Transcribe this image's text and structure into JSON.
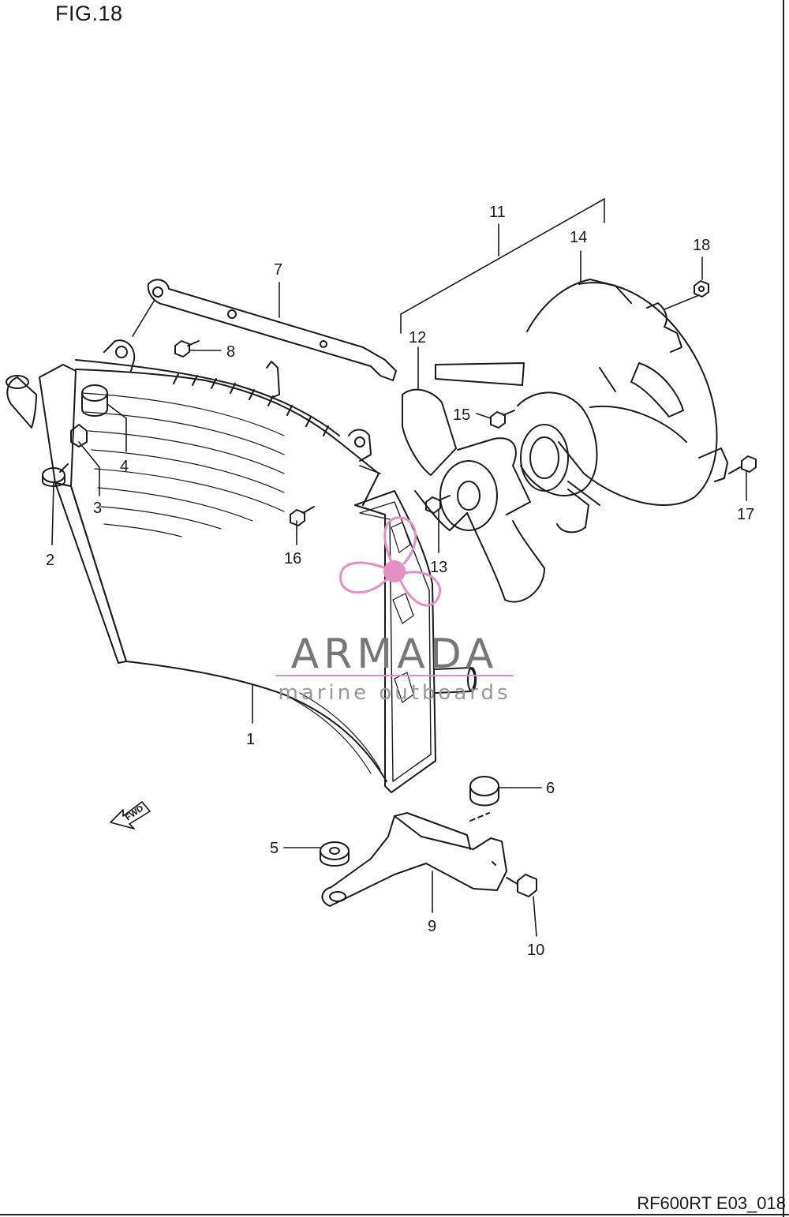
{
  "figure": {
    "title": "FIG.18",
    "code": "RF600RT E03_018"
  },
  "callouts": [
    "1",
    "2",
    "3",
    "4",
    "5",
    "6",
    "7",
    "8",
    "9",
    "10",
    "11",
    "12",
    "13",
    "14",
    "15",
    "16",
    "17",
    "18"
  ],
  "direction_marker": {
    "label": "FWD",
    "icon": "arrow-icon"
  },
  "watermark": {
    "brand": "ARMADA",
    "tagline": "marine outboards",
    "logo_icon": "propeller-logo-icon",
    "color": "#e58fc4"
  },
  "colors": {
    "line": "#1a1a1a",
    "background": "#ffffff"
  }
}
